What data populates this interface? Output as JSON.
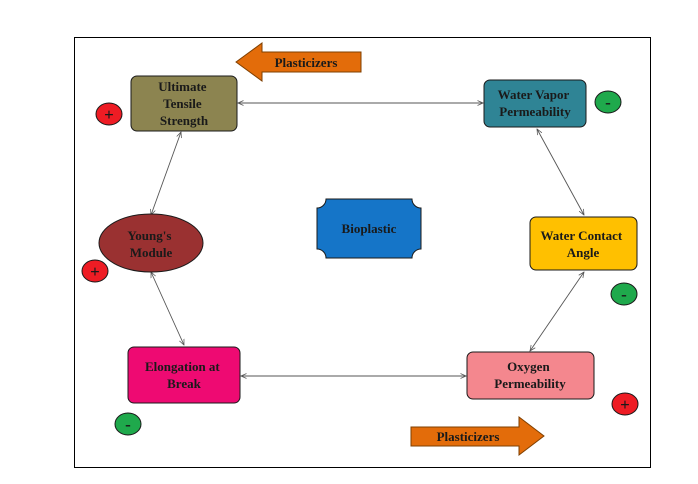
{
  "nodes": {
    "uts": {
      "lines": [
        "Ultimate",
        "Tensile",
        "Strength"
      ],
      "fill": "#8c8450"
    },
    "wvp": {
      "lines": [
        "Water Vapor",
        "Permeability"
      ],
      "fill": "#2f8495"
    },
    "youngs": {
      "lines": [
        "Young's",
        "Module"
      ],
      "fill": "#9a3131"
    },
    "bioplastic": {
      "lines": [
        "Bioplastic"
      ],
      "fill": "#1575c8"
    },
    "wca": {
      "lines": [
        "Water Contact",
        "Angle"
      ],
      "fill": "#ffc000"
    },
    "elongation": {
      "lines": [
        "Elongation at",
        "Break"
      ],
      "fill": "#ee0a72"
    },
    "oxygen": {
      "lines": [
        "Oxygen",
        "Permeability"
      ],
      "fill": "#f4878e"
    }
  },
  "arrows": {
    "top": {
      "label": "Plasticizers"
    },
    "bottom": {
      "label": "Plasticizers"
    }
  },
  "signs": {
    "uts": {
      "symbol": "+"
    },
    "youngs": {
      "symbol": "+"
    },
    "elongation": {
      "symbol": "-"
    },
    "wvp": {
      "symbol": "-"
    },
    "wca": {
      "symbol": "-"
    },
    "oxygen": {
      "symbol": "+"
    }
  },
  "colors": {
    "plus_badge": "#ee1c24",
    "minus_badge": "#1fa94c",
    "plasticizer_arrow": "#e36c0a",
    "node_text": "#1a1a1a",
    "connector": "#555555"
  }
}
